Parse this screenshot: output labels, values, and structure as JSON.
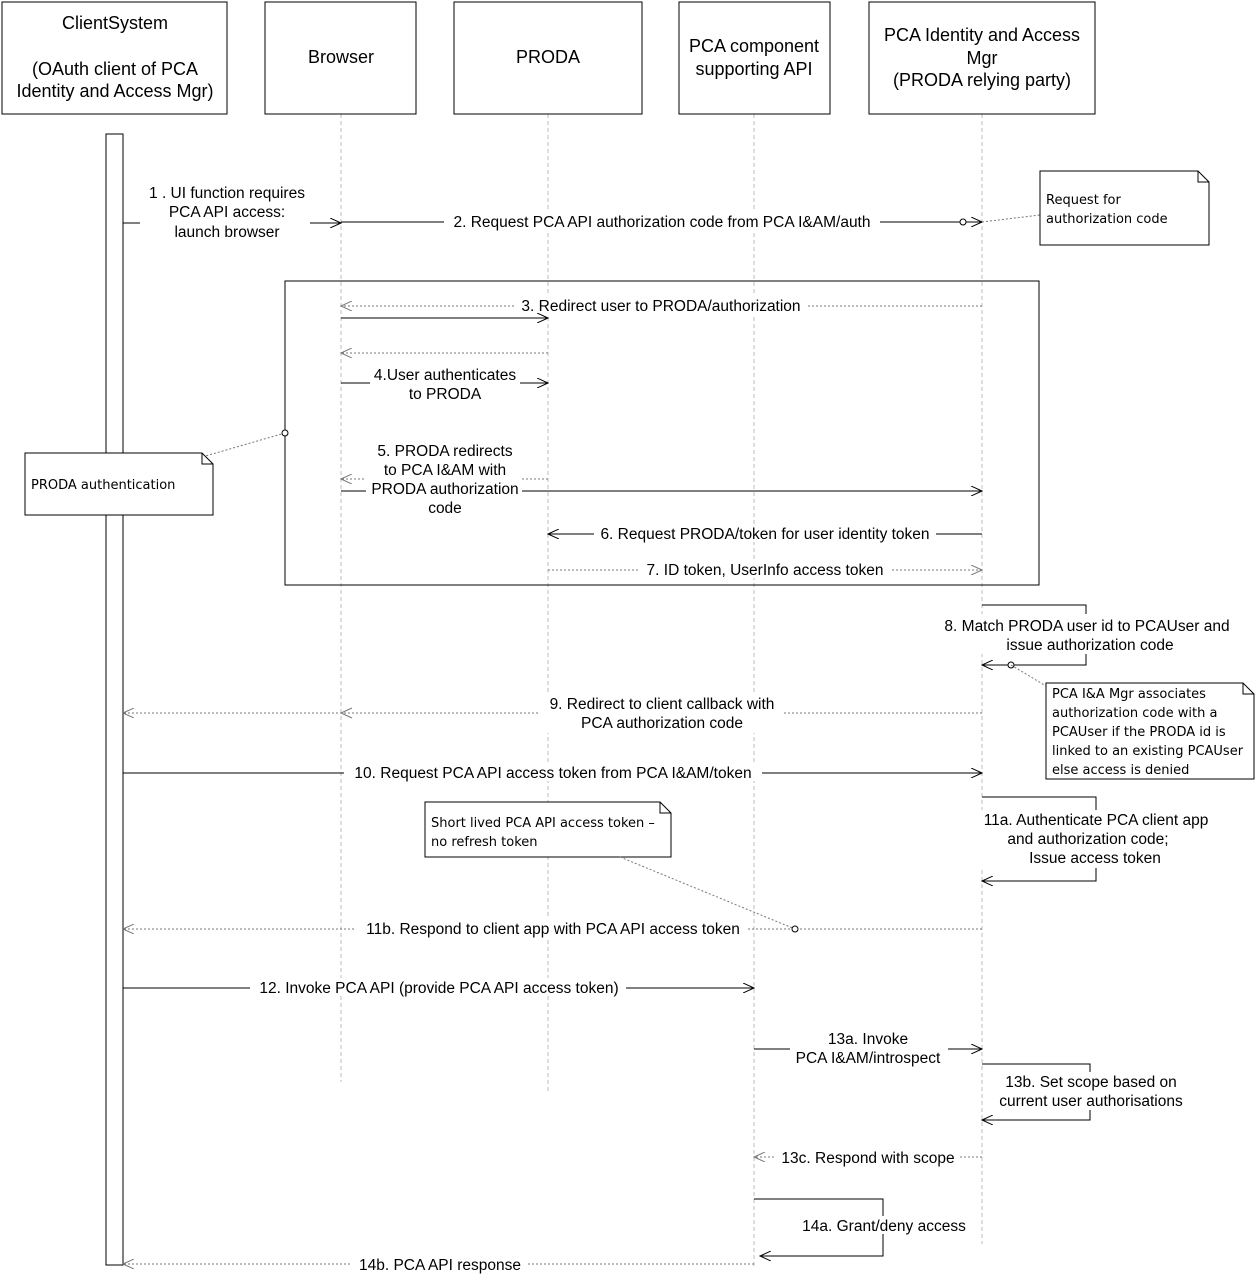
{
  "participants": [
    {
      "id": "client",
      "lines": [
        "ClientSystem",
        "",
        "(OAuth client of PCA",
        "Identity and Access Mgr)"
      ]
    },
    {
      "id": "browser",
      "lines": [
        "Browser"
      ]
    },
    {
      "id": "proda",
      "lines": [
        "PRODA"
      ]
    },
    {
      "id": "pca_api",
      "lines": [
        "PCA component",
        "supporting API"
      ]
    },
    {
      "id": "iam",
      "lines": [
        "PCA Identity and Access",
        "Mgr",
        "(PRODA relying party)"
      ]
    }
  ],
  "messages": [
    {
      "id": "m1",
      "lines": [
        "1 . UI function requires",
        "PCA API access:",
        "launch browser"
      ]
    },
    {
      "id": "m2",
      "lines": [
        "2. Request PCA API authorization code from PCA I&AM/auth"
      ]
    },
    {
      "id": "m3",
      "lines": [
        "3. Redirect user to PRODA/authorization"
      ]
    },
    {
      "id": "m4",
      "lines": [
        "4.User authenticates",
        "to PRODA"
      ]
    },
    {
      "id": "m5",
      "lines": [
        "5. PRODA redirects",
        "to PCA I&AM with",
        "PRODA authorization",
        "code"
      ]
    },
    {
      "id": "m6",
      "lines": [
        "6. Request PRODA/token for user identity token"
      ]
    },
    {
      "id": "m7",
      "lines": [
        "7.  ID token, UserInfo access token"
      ]
    },
    {
      "id": "m8",
      "lines": [
        "8. Match PRODA user id to PCAUser and",
        "issue authorization code"
      ]
    },
    {
      "id": "m9",
      "lines": [
        "9. Redirect to client callback  with",
        "PCA authorization code"
      ]
    },
    {
      "id": "m10",
      "lines": [
        "10. Request PCA API access token from PCA I&AM/token"
      ]
    },
    {
      "id": "m11a",
      "lines": [
        "11a. Authenticate PCA client app",
        "and authorization code;",
        "Issue access token"
      ]
    },
    {
      "id": "m11b",
      "lines": [
        "11b. Respond to client app with PCA API access token"
      ]
    },
    {
      "id": "m12",
      "lines": [
        "12. Invoke PCA API (provide PCA API access token)"
      ]
    },
    {
      "id": "m13a",
      "lines": [
        "13a. Invoke",
        "PCA I&AM/introspect"
      ]
    },
    {
      "id": "m13b",
      "lines": [
        "13b. Set scope based on",
        "current user authorisations"
      ]
    },
    {
      "id": "m13c",
      "lines": [
        "13c. Respond with scope"
      ]
    },
    {
      "id": "m14a",
      "lines": [
        "14a. Grant/deny access"
      ]
    },
    {
      "id": "m14b",
      "lines": [
        "14b. PCA API response"
      ]
    }
  ],
  "notes": [
    {
      "id": "n_auth_code",
      "lines": [
        "Request for",
        "authorization code"
      ]
    },
    {
      "id": "n_proda_auth",
      "lines": [
        "PRODA authentication"
      ]
    },
    {
      "id": "n_assoc",
      "lines": [
        "PCA I&A Mgr associates",
        "authorization  code with a",
        "PCAUser if the PRODA id is",
        "linked to an existing PCAUser",
        "else access is denied"
      ]
    },
    {
      "id": "n_short",
      "lines": [
        "Short lived PCA API access token –",
        "no refresh token"
      ]
    }
  ],
  "icons": {
    "arrowhead": "open-arrowhead-icon",
    "note": "dog-ear-note-icon"
  },
  "colors": {
    "line": "#000000",
    "lifeline": "#bdbdbd",
    "reply": "#777777"
  }
}
